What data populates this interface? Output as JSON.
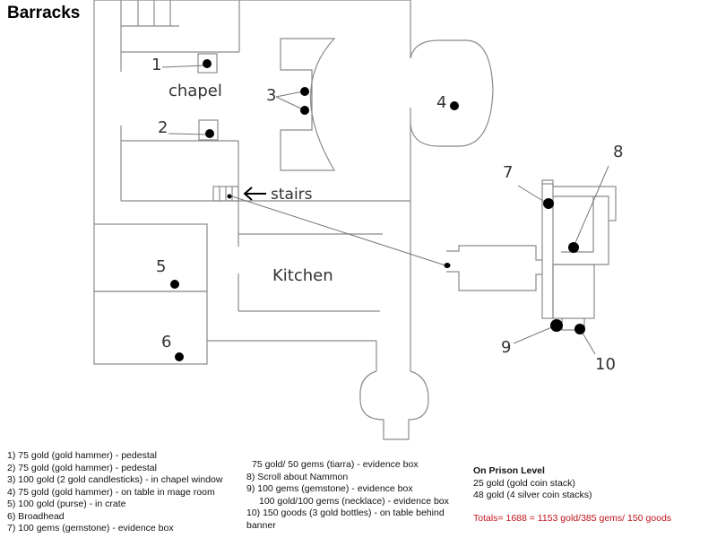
{
  "title": "Barracks",
  "map_labels": {
    "chapel": "chapel",
    "kitchen": "Kitchen",
    "stairs": "stairs"
  },
  "markers": [
    {
      "id": "1",
      "label": "1"
    },
    {
      "id": "2",
      "label": "2"
    },
    {
      "id": "3",
      "label": "3"
    },
    {
      "id": "4",
      "label": "4"
    },
    {
      "id": "5",
      "label": "5"
    },
    {
      "id": "6",
      "label": "6"
    },
    {
      "id": "7",
      "label": "7"
    },
    {
      "id": "8",
      "label": "8"
    },
    {
      "id": "9",
      "label": "9"
    },
    {
      "id": "10",
      "label": "10"
    }
  ],
  "legend": {
    "col1": [
      "1) 75 gold (gold hammer) - pedestal",
      "2) 75 gold (gold hammer) - pedestal",
      "3) 100 gold (2 gold candlesticks) - in chapel window",
      "4) 75 gold (gold hammer) - on table in mage room",
      "5) 100 gold (purse) - in crate",
      "6) Broadhead",
      "7) 100 gems (gemstone) - evidence box"
    ],
    "col2": [
      "75 gold/ 50 gems (tiarra) - evidence box",
      "8) Scroll about Nammon",
      "9) 100 gems (gemstone) - evidence box",
      "100 gold/100 gems (necklace) - evidence box",
      "10) 150 goods (3 gold bottles) - on table behind",
      "banner"
    ],
    "col3": {
      "heading": "On Prison Level",
      "items": [
        "25 gold (gold coin stack)",
        "48 gold (4 silver coin stacks)"
      ],
      "totals": "Totals= 1688 = 1153 gold/385 gems/ 150 goods"
    }
  },
  "colors": {
    "wall": "#8a8a8a",
    "totals": "#c0141c",
    "marker": "#000000"
  }
}
